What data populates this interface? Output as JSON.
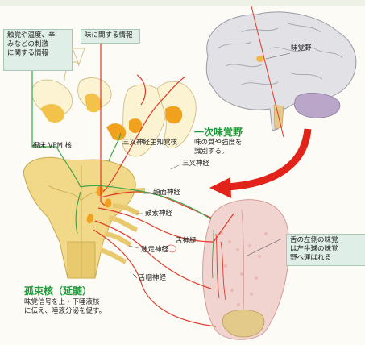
{
  "labels": {
    "info_box_sensation": "触覚や温度、辛\nみなどの刺激\nに関する情報",
    "info_box_taste": "味に関する情報",
    "vpm": "視床 VPM 核",
    "trigeminal_nucleus": "三叉神経主知覚核",
    "primary_gustatory_title": "一次味覚野",
    "primary_gustatory_desc": "味の質や強度を\n識別する。",
    "gustatory_area": "味覚野",
    "trigeminal_nerve": "三叉神経",
    "facial_nerve": "顔面神経",
    "chorda_tympani": "鼓索神経",
    "lingual_nerve": "舌神経",
    "vagus_nerve": "迷走神経",
    "glossopharyngeal_nerve": "舌咽神経",
    "solitary_nucleus_title": "孤束核（延髄）",
    "solitary_nucleus_desc": "味覚信号を上・下唾液核\nに伝え、唾液分泌を促す。",
    "tongue_note": "舌の左側の味覚\nは左半球の味覚\n野へ運ばれる"
  },
  "colors": {
    "green_text": "#1f9a3a",
    "nerve_red": "#e03a2a",
    "nerve_green": "#3aa64a",
    "brainstem": "#f2d98a",
    "nucleus_orange": "#f0a21e",
    "arrow_red": "#e2231a",
    "box_bg": "#dfeee6"
  },
  "icons": [
    "brain-illustration",
    "brainstem-illustration",
    "tongue-illustration",
    "curved-arrow"
  ]
}
